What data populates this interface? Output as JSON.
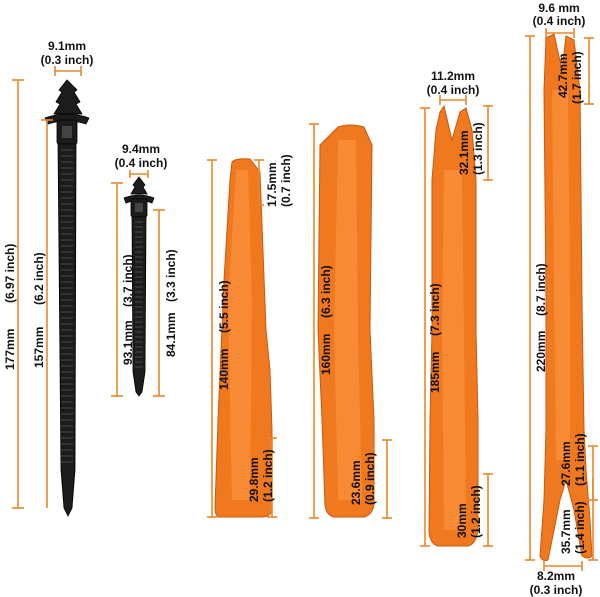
{
  "colors": {
    "tool": "#F0781E",
    "tool_edge": "#C65A0F",
    "tie": "#1C1C1C",
    "dimension_line": "#E8882A",
    "text": "#111111",
    "background": "#FFFFFF"
  },
  "long_tie": {
    "head_width": "9.1mm",
    "head_width_in": "(0.3 inch)",
    "total_length": "177mm",
    "total_length_in": "(6.97 inch)",
    "strap_length": "157mm",
    "strap_length_in": "(6.2 inch)"
  },
  "short_tie": {
    "head_width": "9.4mm",
    "head_width_in": "(0.4 inch)",
    "total_length": "93.1mm",
    "total_length_in": "(3.7 inch)",
    "strap_length": "84.1mm",
    "strap_length_in": "(3.3 inch)"
  },
  "tool_1": {
    "length": "140mm",
    "length_in": "(5.5 inch)",
    "tip_length": "17.5mm",
    "tip_length_in": "(0.7 inch)",
    "bottom_width": "29.8mm",
    "bottom_width_in": "(1.2 inch)"
  },
  "tool_2": {
    "length": "160mm",
    "length_in": "(6.3 inch)",
    "bottom_width": "23.6mm",
    "bottom_width_in": "(0.9 inch)"
  },
  "tool_3": {
    "tip_width": "11.2mm",
    "tip_width_in": "(0.4 inch)",
    "notch_length": "32.1mm",
    "notch_length_in": "(1.3 inch)",
    "length": "185mm",
    "length_in": "(7.3 inch)",
    "bottom_width": "30mm",
    "bottom_width_in": "(1.2 inch)"
  },
  "tool_4": {
    "tip_width": "9.6 mm",
    "tip_width_in": "(0.4 inch)",
    "notch_length": "42.7mm",
    "notch_length_in": "(1.7 inch)",
    "length": "220mm",
    "length_in": "(8.7 inch)",
    "fork_upper": "27.6mm",
    "fork_upper_in": "(1.1 inch)",
    "fork_lower": "35.7mm",
    "fork_lower_in": "(1.4 inch)",
    "bottom_width": "8.2mm",
    "bottom_width_in": "(0.3 inch)"
  }
}
